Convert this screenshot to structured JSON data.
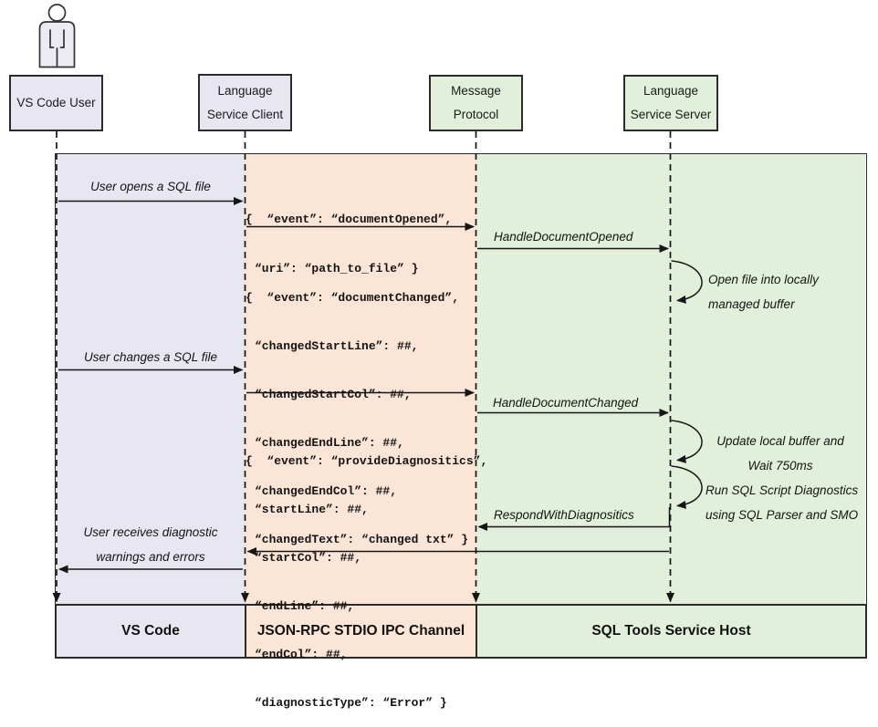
{
  "colors": {
    "lavender": "#e8e6f1",
    "peach": "#fbe5d6",
    "green": "#e2efda",
    "line": "#161616"
  },
  "actors": {
    "user": {
      "line1": "VS Code User"
    },
    "client": {
      "line1": "Language",
      "line2": "Service Client"
    },
    "protocol": {
      "line1": "Message",
      "line2": "Protocol"
    },
    "server": {
      "line1": "Language",
      "line2": "Service Server"
    }
  },
  "labels": {
    "user_opens": "User opens a SQL file",
    "user_changes": "User changes a SQL file",
    "user_receives_1": "User receives diagnostic",
    "user_receives_2": "warnings and errors",
    "handle_document_opened": "HandleDocumentOpened",
    "handle_document_changed": "HandleDocumentChanged",
    "respond_with_diagnositics": "RespondWithDiagnositics",
    "open_file_1": "Open file into locally",
    "open_file_2": "managed buffer",
    "update_buffer_1": "Update local buffer and",
    "update_buffer_2": "Wait 750ms",
    "run_diag_1": "Run SQL Script Diagnostics",
    "run_diag_2": "using SQL Parser and SMO"
  },
  "payloads": {
    "document_opened": {
      "l1": "{  “event”: “documentOpened”,",
      "l2": "“uri”: “path_to_file” }"
    },
    "document_changed": {
      "l1": "{  “event”: “documentChanged”,",
      "l2": "“changedStartLine”: ##,",
      "l3": "“changedStartCol”: ##,",
      "l4": "“changedEndLine”: ##,",
      "l5": "“changedEndCol”: ##,",
      "l6": "“changedText”: “changed txt” }"
    },
    "provide_diagnositics": {
      "l1": "{  “event”: “provideDiagnositics”,",
      "l2": "“startLine”: ##,",
      "l3": "“startCol”: ##,",
      "l4": "“endLine”: ##,",
      "l5": "“endCol”: ##,",
      "l6": "“diagnosticType”: “Error” }"
    }
  },
  "footers": {
    "vscode": "VS Code",
    "ipc": "JSON-RPC STDIO IPC Channel",
    "host": "SQL Tools Service Host"
  }
}
